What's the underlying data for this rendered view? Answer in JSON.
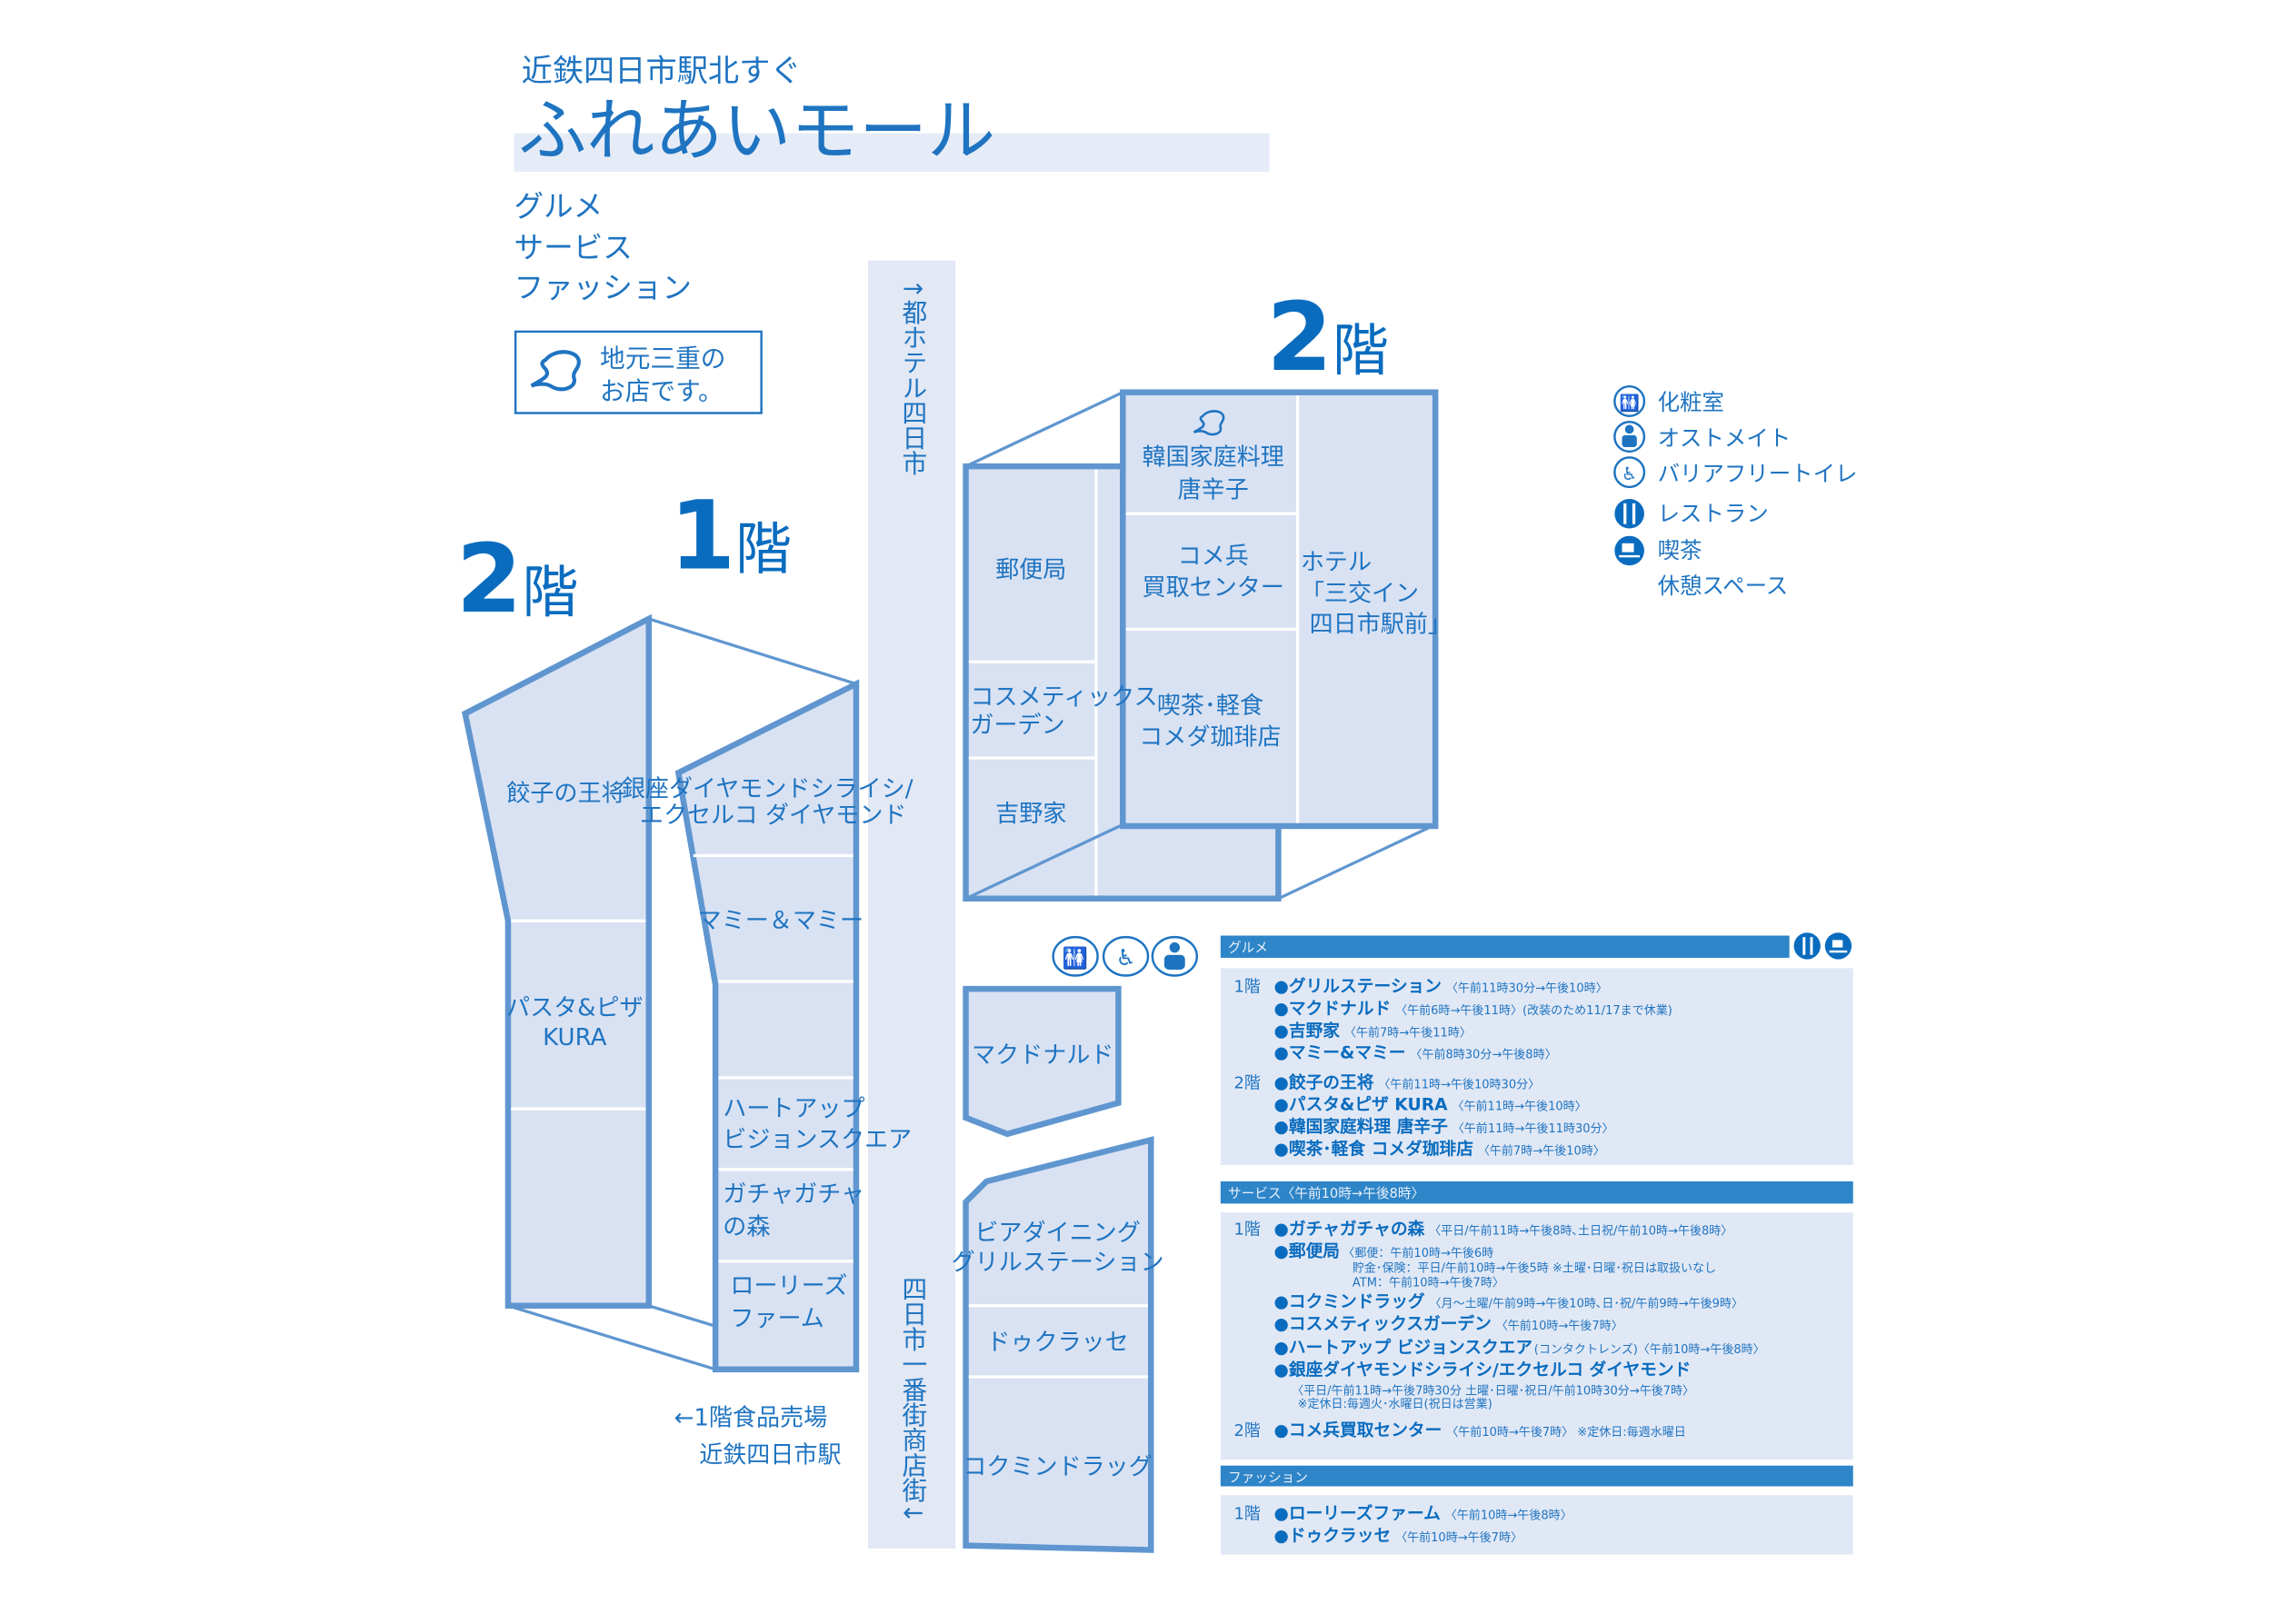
{
  "header": {
    "subtitle": "近鉄四日市駅北すぐ",
    "title": "ふれあいモール",
    "categories": [
      "グルメ",
      "サービス",
      "ファッション"
    ],
    "local_note": [
      "地元三重の",
      "お店です。"
    ]
  },
  "road": {
    "north": "↑都ホテル四日市",
    "south": "四日市一番街商店街↓"
  },
  "floors": {
    "f1": "1",
    "f2": "2",
    "kai": "階"
  },
  "map": {
    "left_2f": [
      "餃子の王将",
      "パスタ&ピザ",
      "KURA"
    ],
    "left_1f": {
      "ginza": [
        "銀座ダイヤモンドシライシ/",
        "エクセルコ ダイヤモンド"
      ],
      "mammy": "マミー＆マミー",
      "heartup": [
        "ハートアップ",
        "ビジョンスクエア"
      ],
      "gacha": [
        "ガチャガチャ",
        "の森"
      ],
      "lowrys": [
        "ローリーズ",
        "ファーム"
      ]
    },
    "exit_note": [
      "←1階食品売場",
      "近鉄四日市駅"
    ],
    "right_2f": {
      "post": "郵便局",
      "cosme": [
        "コスメティックス",
        "ガーデン"
      ],
      "yoshinoya": "吉野家",
      "korean": [
        "韓国家庭料理",
        "唐辛子"
      ],
      "komehyo": [
        "コメ兵",
        "買取センター"
      ],
      "komeda": [
        "喫茶･軽食",
        "コメダ珈琲店"
      ],
      "hotel": [
        "ホテル",
        "「三交イン",
        "四日市駅前」"
      ]
    },
    "right_1f": {
      "mcd": "マクドナルド",
      "grill": [
        "ビアダイニング",
        "グリルステーション"
      ],
      "douxclasse": "ドゥクラッセ",
      "kokumin": "コクミンドラッグ"
    }
  },
  "legend": [
    {
      "icon": "restroom-icon",
      "label": "化粧室"
    },
    {
      "icon": "ostomate-icon",
      "label": "オストメイト"
    },
    {
      "icon": "wheelchair-icon",
      "label": "バリアフリートイレ"
    },
    {
      "icon": "restaurant-icon",
      "label": "レストラン"
    },
    {
      "icon": "cafe-icon",
      "label": "喫茶"
    },
    {
      "icon": "",
      "label": "休憩スペース"
    }
  ],
  "directory": {
    "gourmet": {
      "title": "グルメ",
      "f1_label": "1階",
      "f2_label": "2階",
      "f1": [
        {
          "name": "●グリルステーション",
          "hours": "〈午前11時30分→午後10時〉"
        },
        {
          "name": "●マクドナルド",
          "hours": "〈午前6時→午後11時〉(改装のため11/17まで休業)"
        },
        {
          "name": "●吉野家",
          "hours": "〈午前7時→午後11時〉"
        },
        {
          "name": "●マミー&マミー",
          "hours": "〈午前8時30分→午後8時〉"
        }
      ],
      "f2": [
        {
          "name": "●餃子の王将",
          "hours": "〈午前11時→午後10時30分〉"
        },
        {
          "name": "●パスタ&ピザ KURA",
          "hours": "〈午前11時→午後10時〉"
        },
        {
          "name": "●韓国家庭料理 唐辛子",
          "hours": "〈午前11時→午後11時30分〉"
        },
        {
          "name": "●喫茶･軽食 コメダ珈琲店",
          "hours": "〈午前7時→午後10時〉"
        }
      ]
    },
    "service": {
      "title": "サービス〈午前10時→午後8時〉",
      "f1_label": "1階",
      "f2_label": "2階",
      "f1": [
        {
          "name": "●ガチャガチャの森",
          "hours": "〈平日/午前11時→午後8時､土日祝/午前10時→午後8時〉"
        },
        {
          "name": "●郵便局",
          "hours": "〈郵便：午前10時→午後6時",
          "notes": [
            "貯金･保険：平日/午前10時→午後5時 ※土曜･日曜･祝日は取扱いなし",
            "ATM：午前10時→午後7時〉"
          ]
        },
        {
          "name": "●コクミンドラッグ",
          "hours": "〈月～土曜/午前9時→午後10時､日･祝/午前9時→午後9時〉"
        },
        {
          "name": "●コスメティックスガーデン",
          "hours": "〈午前10時→午後7時〉"
        },
        {
          "name": "●ハートアップ ビジョンスクエア",
          "hours": "(コンタクトレンズ)〈午前10時→午後8時〉"
        },
        {
          "name": "●銀座ダイヤモンドシライシ/エクセルコ ダイヤモンド",
          "hours": "",
          "notes": [
            "〈平日/午前11時→午後7時30分 土曜･日曜･祝日/午前10時30分→午後7時〉",
            "※定休日:毎週火･水曜日(祝日は営業)"
          ]
        }
      ],
      "f2": [
        {
          "name": "●コメ兵買取センター",
          "hours": "〈午前10時→午後7時〉 ※定休日:毎週水曜日"
        }
      ]
    },
    "fashion": {
      "title": "ファッション",
      "f1_label": "1階",
      "f1": [
        {
          "name": "●ローリーズファーム",
          "hours": "〈午前10時→午後8時〉"
        },
        {
          "name": "●ドゥクラッセ",
          "hours": "〈午前10時→午後7時〉"
        }
      ]
    }
  },
  "colors": {
    "accent": "#0a6cbf",
    "outline": "#6096d0",
    "fill": "#d9e2f3",
    "header_bar": "#2e85c8"
  }
}
